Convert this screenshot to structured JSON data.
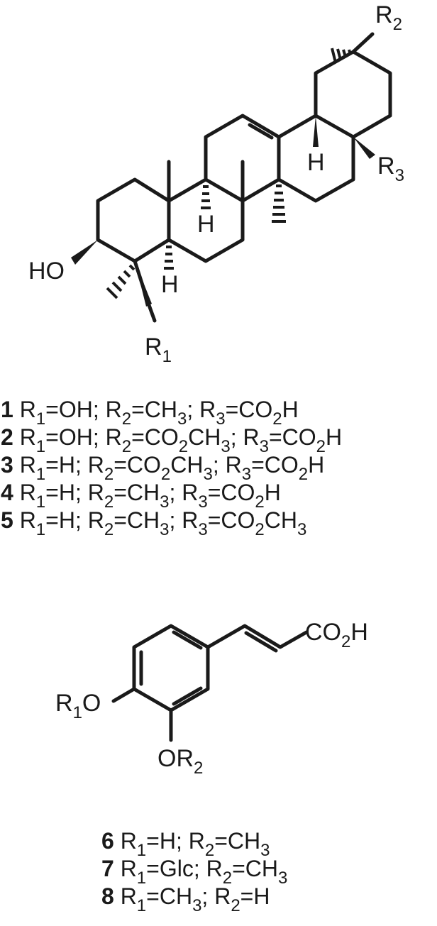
{
  "triterpene": {
    "labels": {
      "r2": {
        "main": "R",
        "sub": "2"
      },
      "r3": {
        "main": "R",
        "sub": "3"
      },
      "r1": {
        "main": "R",
        "sub": "1"
      },
      "ho": "HO",
      "h_d": "H",
      "h_c": "H",
      "h_a": "H"
    },
    "compounds": [
      {
        "number": "1",
        "parts": [
          {
            "t": "R"
          },
          {
            "s": "1"
          },
          {
            "t": "=OH; R"
          },
          {
            "s": "2"
          },
          {
            "t": "=CH"
          },
          {
            "s": "3"
          },
          {
            "t": "; R"
          },
          {
            "s": "3"
          },
          {
            "t": "=CO"
          },
          {
            "s": "2"
          },
          {
            "t": "H"
          }
        ]
      },
      {
        "number": "2",
        "parts": [
          {
            "t": "R"
          },
          {
            "s": "1"
          },
          {
            "t": "=OH; R"
          },
          {
            "s": "2"
          },
          {
            "t": "=CO"
          },
          {
            "s": "2"
          },
          {
            "t": "CH"
          },
          {
            "s": "3"
          },
          {
            "t": "; R"
          },
          {
            "s": "3"
          },
          {
            "t": "=CO"
          },
          {
            "s": "2"
          },
          {
            "t": "H"
          }
        ]
      },
      {
        "number": "3",
        "parts": [
          {
            "t": "R"
          },
          {
            "s": "1"
          },
          {
            "t": "=H; R"
          },
          {
            "s": "2"
          },
          {
            "t": "=CO"
          },
          {
            "s": "2"
          },
          {
            "t": "CH"
          },
          {
            "s": "3"
          },
          {
            "t": "; R"
          },
          {
            "s": "3"
          },
          {
            "t": "=CO"
          },
          {
            "s": "2"
          },
          {
            "t": "H"
          }
        ]
      },
      {
        "number": "4",
        "parts": [
          {
            "t": "R"
          },
          {
            "s": "1"
          },
          {
            "t": "=H; R"
          },
          {
            "s": "2"
          },
          {
            "t": "=CH"
          },
          {
            "s": "3"
          },
          {
            "t": "; R"
          },
          {
            "s": "3"
          },
          {
            "t": "=CO"
          },
          {
            "s": "2"
          },
          {
            "t": "H"
          }
        ]
      },
      {
        "number": "5",
        "parts": [
          {
            "t": "R"
          },
          {
            "s": "1"
          },
          {
            "t": "=H; R"
          },
          {
            "s": "2"
          },
          {
            "t": "=CH"
          },
          {
            "s": "3"
          },
          {
            "t": "; R"
          },
          {
            "s": "3"
          },
          {
            "t": "=CO"
          },
          {
            "s": "2"
          },
          {
            "t": "CH"
          },
          {
            "s": "3"
          }
        ]
      }
    ]
  },
  "cinnamic": {
    "labels": {
      "acid": [
        {
          "t": "CO"
        },
        {
          "s": "2"
        },
        {
          "t": "H"
        }
      ],
      "r1o": [
        {
          "t": "R"
        },
        {
          "s": "1"
        },
        {
          "t": "O"
        }
      ],
      "or2": [
        {
          "t": "OR"
        },
        {
          "s": "2"
        }
      ]
    },
    "compounds": [
      {
        "number": "6",
        "parts": [
          {
            "t": "R"
          },
          {
            "s": "1"
          },
          {
            "t": "=H; R"
          },
          {
            "s": "2"
          },
          {
            "t": "=CH"
          },
          {
            "s": "3"
          }
        ]
      },
      {
        "number": "7",
        "parts": [
          {
            "t": "R"
          },
          {
            "s": "1"
          },
          {
            "t": "=Glc; R"
          },
          {
            "s": "2"
          },
          {
            "t": "=CH"
          },
          {
            "s": "3"
          }
        ]
      },
      {
        "number": "8",
        "parts": [
          {
            "t": "R"
          },
          {
            "s": "1"
          },
          {
            "t": "=CH"
          },
          {
            "s": "3"
          },
          {
            "t": "; R"
          },
          {
            "s": "2"
          },
          {
            "t": "=H"
          }
        ]
      }
    ]
  }
}
